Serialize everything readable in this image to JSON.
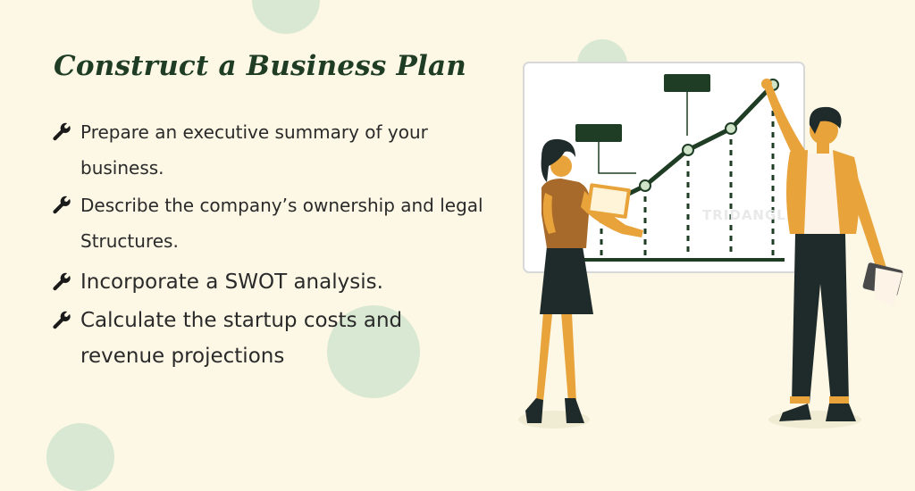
{
  "title": "Construct a Business Plan",
  "bullets": [
    {
      "icon": "wrench-icon",
      "lines": [
        "Prepare an executive summary of your",
        "business."
      ]
    },
    {
      "icon": "wrench-icon",
      "lines": [
        "Describe the company’s ownership and legal",
        "Structures."
      ]
    },
    {
      "icon": "wrench-icon",
      "lines": [
        "Incorporate a SWOT analysis."
      ]
    },
    {
      "icon": "wrench-icon",
      "lines": [
        "Calculate the startup costs and",
        "revenue projections"
      ]
    }
  ],
  "illustration": {
    "watermark": "TRIDANGLE",
    "colors": {
      "dark_green": "#1f3d24",
      "mustard": "#e8a33a",
      "rust": "#a86a2a",
      "board": "#ffffff",
      "deco": "#d9e8d2"
    }
  }
}
